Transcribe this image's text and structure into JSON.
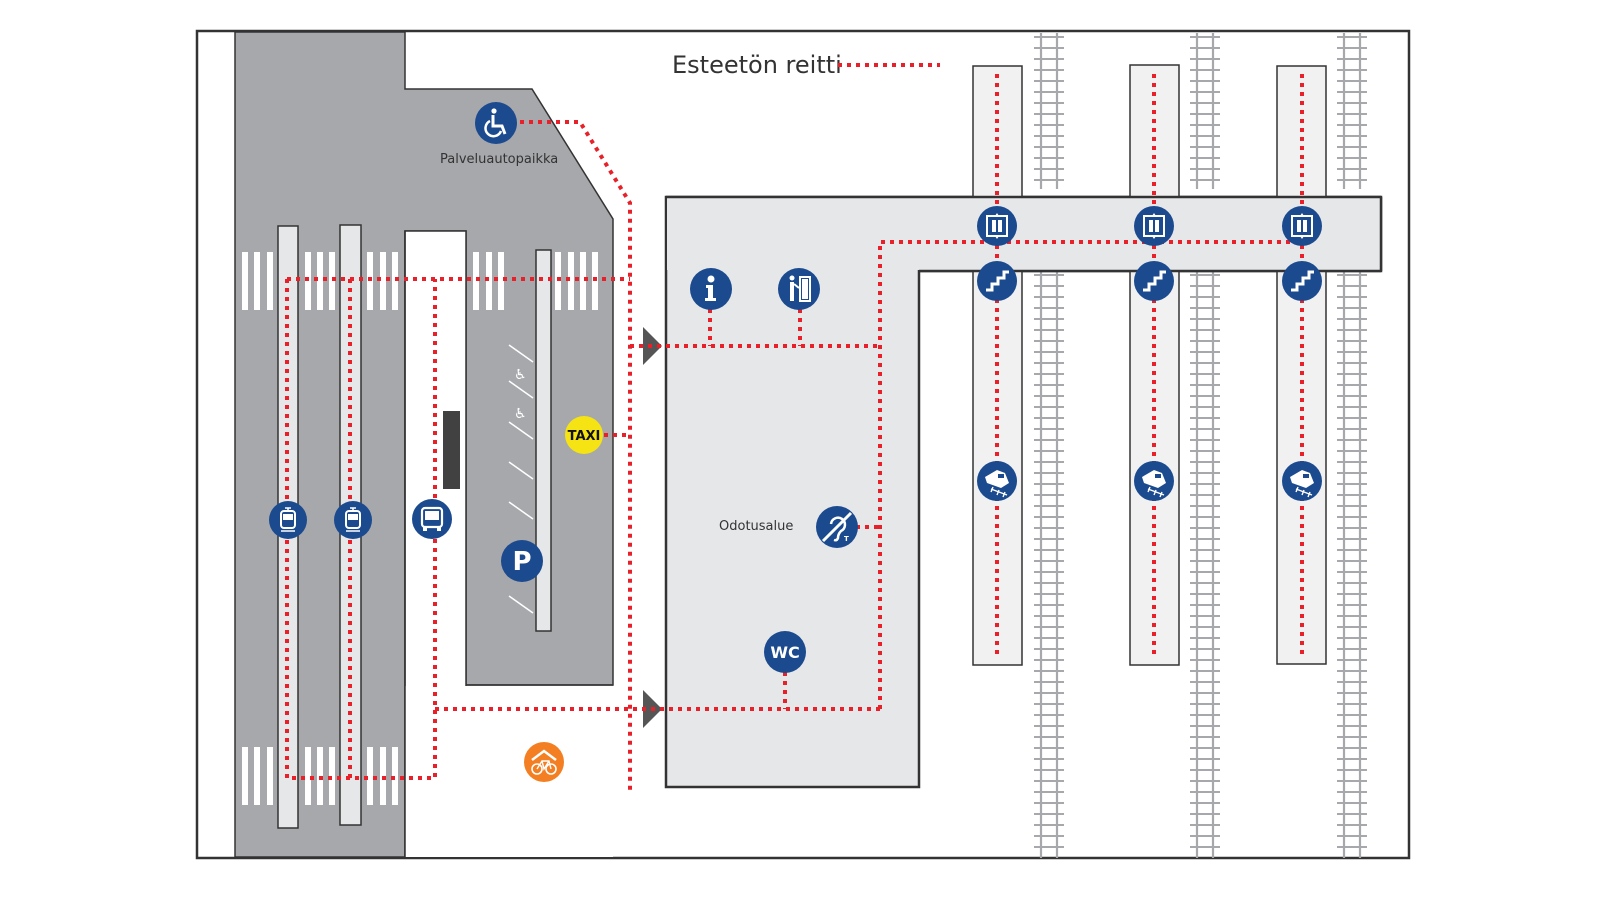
{
  "legend": {
    "label": "Esteetön reitti",
    "route_color": "#e8202a"
  },
  "labels": {
    "accessible_parking": "Palveluautopaikka",
    "waiting_area": "Odotusalue",
    "taxi": "TAXI",
    "wc": "WC",
    "parking": "P"
  },
  "colors": {
    "road": "#a7a8ac",
    "station_floor": "#e6e7e9",
    "platform": "#f1f1f2",
    "icon_blue": "#1b4a8f",
    "taxi_yellow": "#f5e313",
    "bike_orange": "#f37f22",
    "outline": "#333333",
    "track": "#a7a8ac",
    "entrance_arrow": "#555555"
  },
  "icons": [
    {
      "name": "wheelchair-parking-icon",
      "symbol": "wheelchair"
    },
    {
      "name": "info-icon",
      "symbol": "i"
    },
    {
      "name": "ticket-machine-icon",
      "symbol": "person-at-machine"
    },
    {
      "name": "hearing-loop-icon",
      "symbol": "ear-T"
    },
    {
      "name": "wc-icon",
      "symbol": "WC"
    },
    {
      "name": "taxi-icon",
      "symbol": "TAXI"
    },
    {
      "name": "parking-icon",
      "symbol": "P"
    },
    {
      "name": "tram-icon",
      "symbol": "tram",
      "count": 2
    },
    {
      "name": "bus-icon",
      "symbol": "bus"
    },
    {
      "name": "bike-shelter-icon",
      "symbol": "bike"
    },
    {
      "name": "elevator-icon",
      "symbol": "lift",
      "count": 3
    },
    {
      "name": "stairs-icon",
      "symbol": "stairs",
      "count": 3
    },
    {
      "name": "train-icon",
      "symbol": "train",
      "count": 3
    }
  ],
  "platforms": [
    {
      "id": "platform-1"
    },
    {
      "id": "platform-2"
    },
    {
      "id": "platform-3"
    }
  ]
}
